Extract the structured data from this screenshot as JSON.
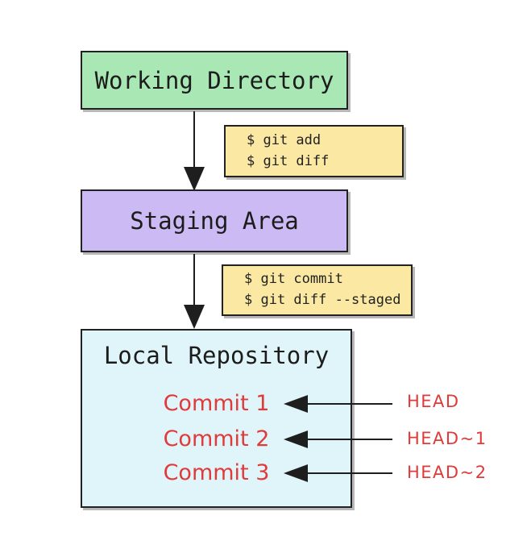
{
  "diagram": {
    "nodes": {
      "working_directory": {
        "label": "Working Directory",
        "fill": "#a9e8b4"
      },
      "staging_area": {
        "label": "Staging Area",
        "fill": "#ccbaf4"
      },
      "local_repository": {
        "label": "Local Repository",
        "fill": "#e0f5f9"
      }
    },
    "command_boxes": [
      {
        "fill": "#fae8a3",
        "lines": [
          "$ git add",
          "$ git diff"
        ]
      },
      {
        "fill": "#fae8a3",
        "lines": [
          "$ git commit",
          "$ git diff --staged"
        ]
      }
    ],
    "commits": [
      {
        "label": "Commit 1",
        "ref": "HEAD"
      },
      {
        "label": "Commit 2",
        "ref": "HEAD~1"
      },
      {
        "label": "Commit 3",
        "ref": "HEAD~2"
      }
    ],
    "colors": {
      "border": "#222222",
      "arrow": "#1e1e1e",
      "accent_red": "#e03a3a",
      "background": "#ffffff"
    }
  }
}
